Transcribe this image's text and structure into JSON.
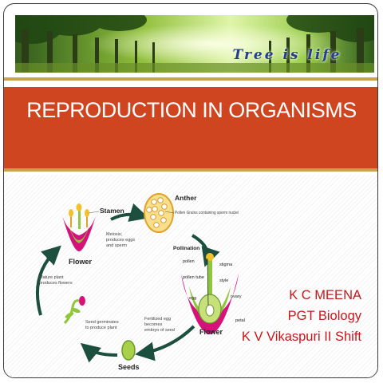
{
  "banner": {
    "caption": "Tree is life"
  },
  "slide": {
    "title": "REPRODUCTION IN ORGANISMS"
  },
  "author": {
    "name": "K C MEENA",
    "designation": "PGT Biology",
    "school": "K V Vikaspuri II Shift"
  },
  "diagram": {
    "stamen": "Stamen",
    "flower_left": "Flower",
    "anther": "Anther",
    "pollen_grains": "Pollen Grains containing sperm nuclei",
    "meiosis_1": "Meiosis;",
    "meiosis_2": "produces eggs",
    "meiosis_3": "and sperm",
    "pollination": "Pollination",
    "pollen": "pollen",
    "stigma": "stigma",
    "pollen_tube": "pollen tube",
    "style": "style",
    "ovary": "ovary",
    "egg": "egg",
    "petal": "petal",
    "flower_right": "Flower",
    "mature_1": "Mature plant",
    "mature_2": "produces flowers",
    "germ_1": "Seed germinates",
    "germ_2": "to produce plant",
    "fert_1": "Fertilized egg",
    "fert_2": "becomes",
    "fert_3": "embryo of seed",
    "seeds": "Seeds"
  },
  "colors": {
    "title_bar": "#cf4520",
    "author_text": "#c6181b",
    "banner_caption": "#2a3a92",
    "cycle_arrow": "#1d4f3e"
  }
}
